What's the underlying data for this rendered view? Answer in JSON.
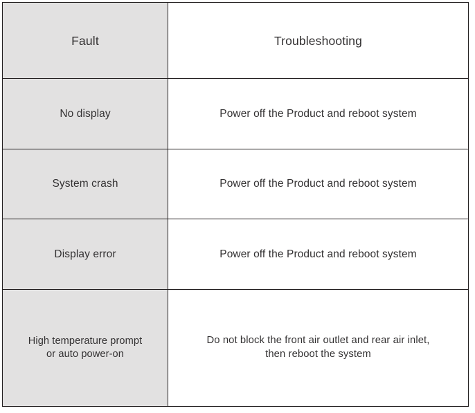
{
  "table": {
    "headers": {
      "fault": "Fault",
      "troubleshooting": "Troubleshooting"
    },
    "rows": [
      {
        "fault": "No display",
        "troubleshooting": "Power off the Product and reboot system"
      },
      {
        "fault": "System crash",
        "troubleshooting": "Power off the Product and reboot system"
      },
      {
        "fault": "Display error",
        "troubleshooting": "Power off the Product and reboot system"
      },
      {
        "fault_line1": "High temperature prompt",
        "fault_line2": "or auto power-on",
        "troubleshooting_line1": "Do not block the front air outlet and rear air inlet,",
        "troubleshooting_line2": "then reboot the system"
      }
    ]
  },
  "style": {
    "fault_column_background": "#e2e1e1",
    "troubleshooting_column_background": "#ffffff",
    "border_color": "#231f20",
    "text_color": "#333132"
  }
}
